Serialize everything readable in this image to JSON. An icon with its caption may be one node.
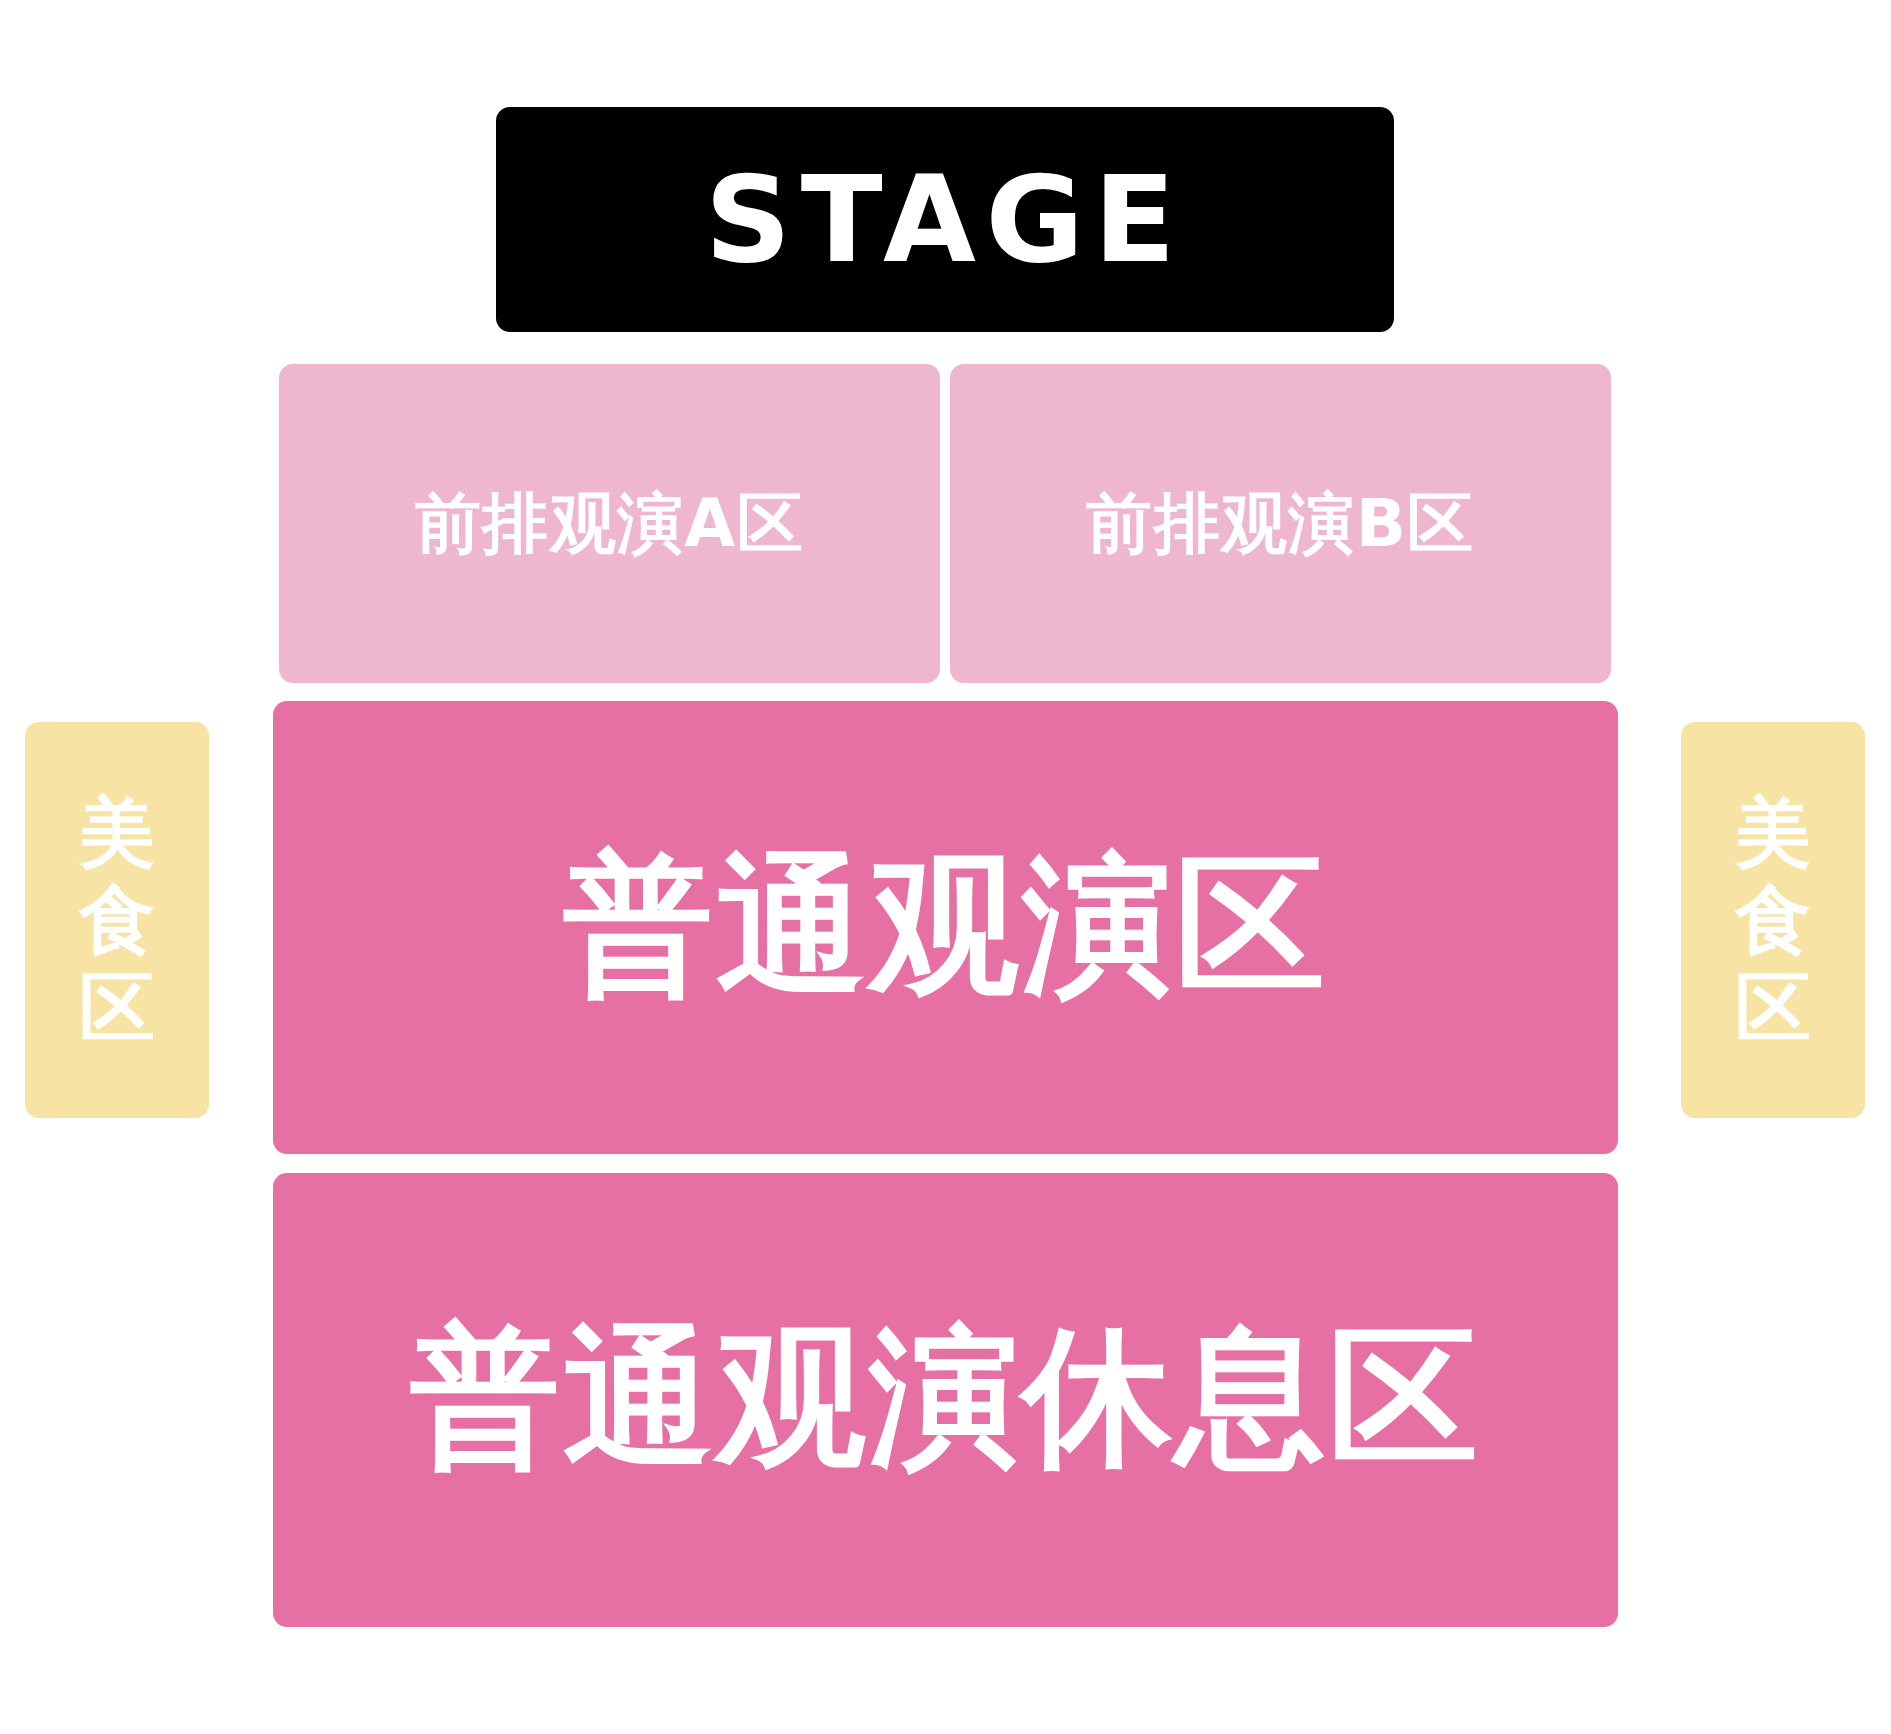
{
  "diagram": {
    "nodes": [
      {
        "text": [
          "STAGE"
        ]
      },
      {
        "text": [
          "前排观演A区"
        ]
      },
      {
        "text": [
          "前排观演B区"
        ]
      },
      {
        "text": [
          "美食区"
        ]
      },
      {
        "text": [
          "普通观演区"
        ]
      },
      {
        "text": [
          "美食区"
        ]
      },
      {
        "text": [
          "普通观演休息区"
        ]
      }
    ]
  }
}
